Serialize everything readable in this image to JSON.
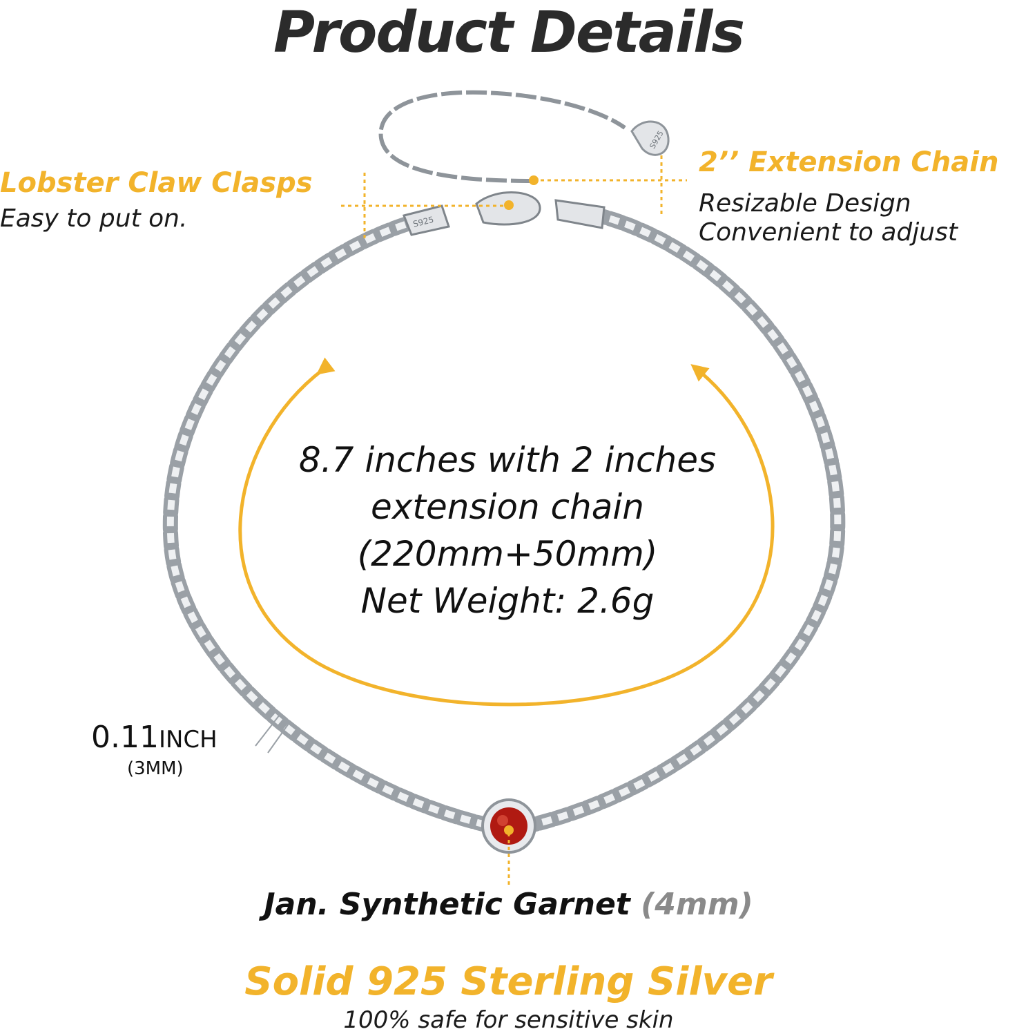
{
  "title": "Product Details",
  "callouts": {
    "clasp": {
      "title": "Lobster Claw Clasps",
      "subtitle": "Easy to put on."
    },
    "extension": {
      "title": "2’’ Extension Chain",
      "line1": "Resizable Design",
      "line2": "Convenient  to adjust"
    }
  },
  "length": {
    "line1": "8.7 inches with 2 inches",
    "line2": "extension chain",
    "line3": "(220mm+50mm)",
    "line4": "Net Weight: 2.6g"
  },
  "gauge": {
    "value": "0.11",
    "unit": "INCH",
    "metric": "(3MM)"
  },
  "stone": {
    "name": "Jan. Synthetic Garnet",
    "size": "(4mm)"
  },
  "material": {
    "title": "Solid 925 Sterling Silver",
    "subtitle": "100% safe for sensitive skin"
  },
  "stamps": {
    "clasp_tag": "S925",
    "end_tag": "S925"
  },
  "colors": {
    "accent": "#f2b32b",
    "garnet": "#b01a12",
    "silver": "#c9ccd1",
    "text": "#1a1a1a"
  }
}
